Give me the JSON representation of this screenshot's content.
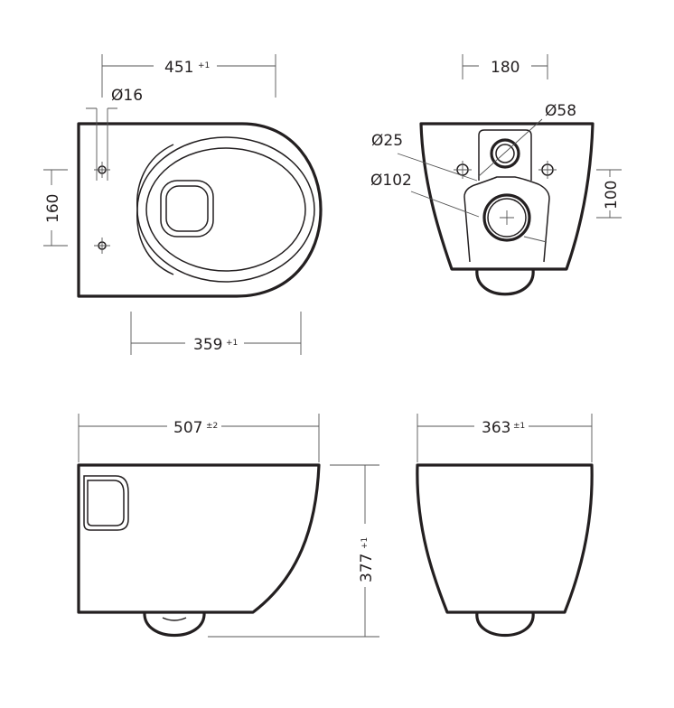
{
  "top_view": {
    "width_dim": {
      "value": "451",
      "tolerance": "+1"
    },
    "hole_dim": {
      "value": "Ø16"
    },
    "hole_spacing_dim": {
      "value": "160"
    },
    "bowl_dim": {
      "value": "359",
      "tolerance": "+1"
    }
  },
  "back_view": {
    "fix_spacing_dim": {
      "value": "180"
    },
    "inlet_dim": {
      "value": "Ø58"
    },
    "fix_hole_dim": {
      "value": "Ø25"
    },
    "outlet_dim": {
      "value": "Ø102"
    },
    "height_dim": {
      "value": "100"
    }
  },
  "side_view": {
    "length_dim": {
      "value": "507",
      "tolerance": "±2"
    },
    "height_dim": {
      "value": "377",
      "tolerance": "+1"
    }
  },
  "front_view": {
    "width_dim": {
      "value": "363",
      "tolerance": "±1"
    }
  }
}
